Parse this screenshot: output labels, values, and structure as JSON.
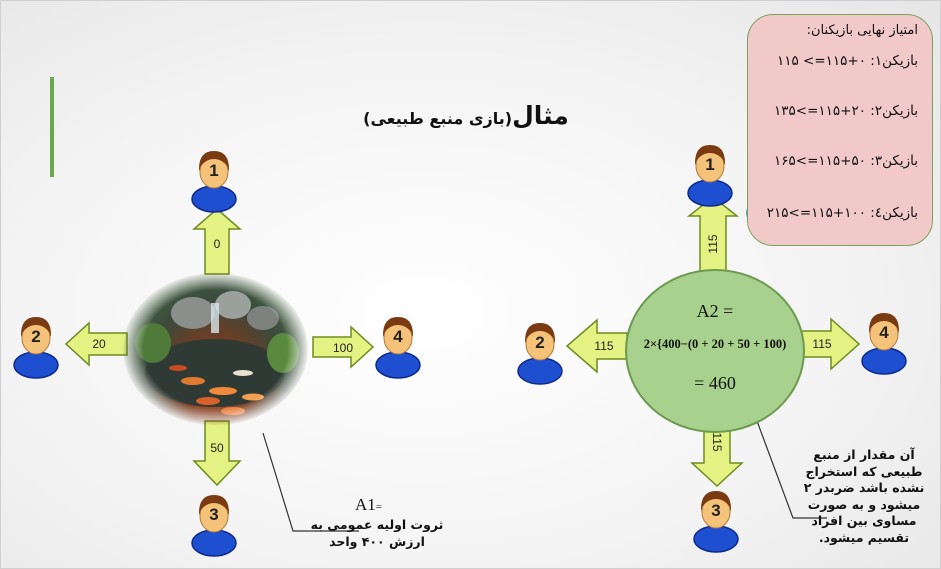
{
  "title": {
    "main": "مثال",
    "sub": "(بازی منبع طبیعی)"
  },
  "left_diagram": {
    "arrows": {
      "up": "0",
      "left": "20",
      "right": "100",
      "down": "50"
    },
    "players": {
      "top": "1",
      "left": "2",
      "right": "4",
      "bottom": "3"
    },
    "a1_label": "A1",
    "a1_suffix": "=",
    "a1_desc_line1": "ثروت اولیه عمومی به",
    "a1_desc_line2": "ارزش ۴۰۰ واحد"
  },
  "right_diagram": {
    "arrows": {
      "up": "115",
      "left": "115",
      "right": "115",
      "down": "115"
    },
    "players": {
      "top": "1",
      "left": "2",
      "right": "4",
      "bottom": "3"
    },
    "a2_label": "A2 =",
    "a2_formula": "2×{400−(0 + 20 + 50 + 100)",
    "a2_result": "= 460",
    "note_lines": [
      "آن مقدار از منبع",
      "طبیعی که استخراج",
      "نشده باشد ضربدر ۲",
      "میشود و به صورت",
      "مساوی بین افراد",
      "تقسیم میشود."
    ]
  },
  "scores": {
    "header": "امتیاز نهایی بازیکنان:",
    "rows": [
      "بازیکن۱: ۰+۱۱۵=> ۱۱۵",
      "بازیکن۲: ۲۰+۱۱۵=>۱۳۵",
      "بازیکن۳: ۵۰+۱۱۵=>۱۶۵",
      "بازیکن٤: ۱۰۰+۱۱۵=>۲۱۵"
    ]
  },
  "colors": {
    "arrow_fill": "#e4f283",
    "arrow_stroke": "#6e8b1f",
    "circle_fill": "#a9d18e",
    "score_bg": "#f2c9c9",
    "red_ellipse": "#e53935",
    "blue_ellipse": "#5b9bd5",
    "accent_bar": "#6aa84f"
  }
}
